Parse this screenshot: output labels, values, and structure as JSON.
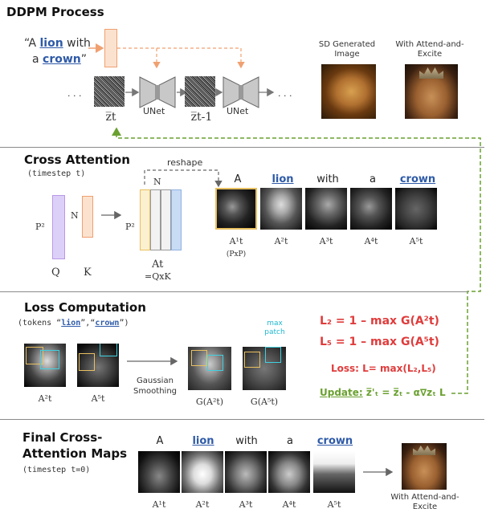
{
  "ddpm": {
    "title": "DDPM Process",
    "prompt_quote_open": "“A ",
    "prompt_lion": "lion",
    "prompt_with": " with",
    "prompt_a": "a ",
    "prompt_crown": "crown",
    "prompt_quote_close": "”",
    "dots_left": ". . .",
    "dots_right": ". . .",
    "z_t": "z̅t",
    "z_t1": "z̅t-1",
    "unet1": "UNet",
    "unet2": "UNet",
    "sd_label": "SD Generated Image",
    "ae_label": "With Attend-and-Excite"
  },
  "cross": {
    "title": "Cross Attention",
    "subtitle": "(timestep t)",
    "reshape": "reshape",
    "n_label": "N",
    "n_label2": "N",
    "p2_a": "P²",
    "p2_b": "P²",
    "q": "Q",
    "k": "K",
    "at": "At",
    "qxk": "=QxK",
    "pxp": "(PxP)",
    "tokens": [
      "A",
      "lion",
      "with",
      "a",
      "crown"
    ],
    "labels": [
      "A¹t",
      "A²t",
      "A³t",
      "A⁴t",
      "A⁵t"
    ]
  },
  "loss": {
    "title": "Loss Computation",
    "subtitle_open": "(tokens “",
    "tok1": "lion",
    "subtitle_mid": "”,“",
    "tok2": "crown",
    "subtitle_close": "”)",
    "lab_a2": "A²t",
    "lab_a5": "A⁵t",
    "gauss": "Gaussian Smoothing",
    "lab_g2": "G(A²t)",
    "lab_g5": "G(A⁵t)",
    "max_patch": "max patch",
    "eq1": "L₂ = 1 – max G(A²t)",
    "eq2": "L₅ = 1 – max G(A⁵t)",
    "eq3": "Loss: L= max(L₂,L₅)",
    "update_word": "Update:",
    "update_eq": " z̅'ₜ = z̅ₜ - α∇zₜ L"
  },
  "final": {
    "title1": "Final Cross-",
    "title2": "Attention Maps",
    "subtitle": "(timestep t=0)",
    "tokens": [
      "A",
      "lion",
      "with",
      "a",
      "crown"
    ],
    "labels": [
      "A¹t",
      "A²t",
      "A³t",
      "A⁴t",
      "A⁵t"
    ],
    "result_label": "With Attend-and-Excite"
  },
  "colors": {
    "orange": "#f0a070",
    "purple": "#c8a8f0",
    "blue": "#2e5aa8",
    "cyan": "#40d0e0",
    "yellow": "#e8c060",
    "green": "#6aa030",
    "red": "#e03c3c"
  }
}
